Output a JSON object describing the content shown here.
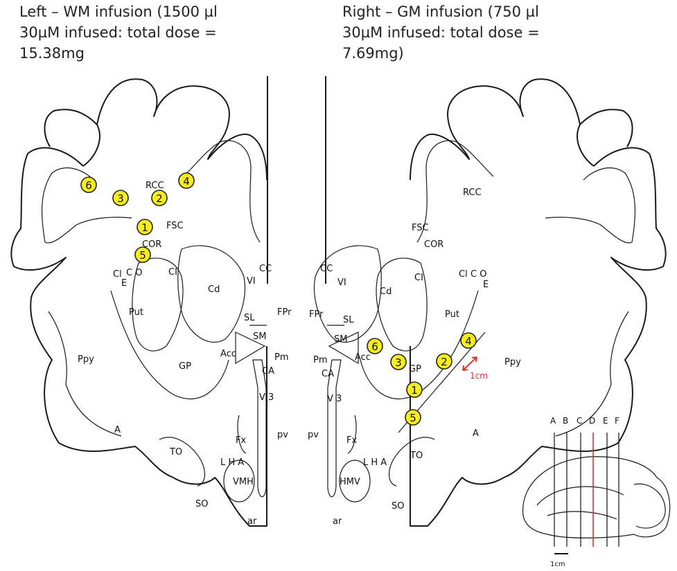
{
  "left": {
    "caption": "Left – WM infusion (1500 µl\n30µM infused: total dose =\n15.38mg",
    "markers": [
      "6",
      "3",
      "2",
      "4",
      "1",
      "5"
    ],
    "labels": {
      "rcc": "RCC",
      "fsc": "FSC",
      "cor": "COR",
      "cl": "Cl",
      "co": "C O",
      "e": "E",
      "ci": "CI",
      "put": "Put",
      "cd": "Cd",
      "vi": "VI",
      "cc": "CC",
      "sl": "SL",
      "fpr": "FPr",
      "sm": "SM",
      "acc": "Acc",
      "pm": "Pm",
      "ca": "CA",
      "gp": "GP",
      "ppy": "Ppy",
      "a": "A",
      "v3": "V 3",
      "fx": "Fx",
      "pv": "pv",
      "to": "TO",
      "lha": "L H A",
      "vmh": "VMH",
      "so": "SO",
      "ar": "ar"
    }
  },
  "right": {
    "caption": "Right – GM infusion (750 µl\n30µM infused: total dose =\n7.69mg)",
    "markers": [
      "6",
      "3",
      "1",
      "5",
      "4",
      "2"
    ],
    "scale_label": "1cm",
    "labels": {
      "rcc": "RCC",
      "fsc": "FSC",
      "cor": "COR",
      "cl": "Cl",
      "co": "C O",
      "e": "E",
      "ci": "CI",
      "put": "Put",
      "cd": "Cd",
      "vi": "VI",
      "cc": "CC",
      "sl": "SL",
      "fpr": "FPr",
      "sm": "SM",
      "acc": "Acc",
      "pm": "Pm",
      "ca": "CA",
      "gp": "GP",
      "ppy": "Ppy",
      "a": "A",
      "v3": "V 3",
      "fx": "Fx",
      "pv": "pv",
      "to": "TO",
      "lha": "L H A",
      "hmv": "HMV",
      "so": "SO",
      "ar": "ar"
    }
  },
  "inset": {
    "sections": [
      "A",
      "B",
      "C",
      "D",
      "E",
      "F"
    ],
    "highlighted_section": "D",
    "scale_label": "1cm"
  },
  "colors": {
    "marker_fill": "#f7ec1d",
    "highlight": "#e0302c",
    "ink": "#1a1a1a"
  }
}
